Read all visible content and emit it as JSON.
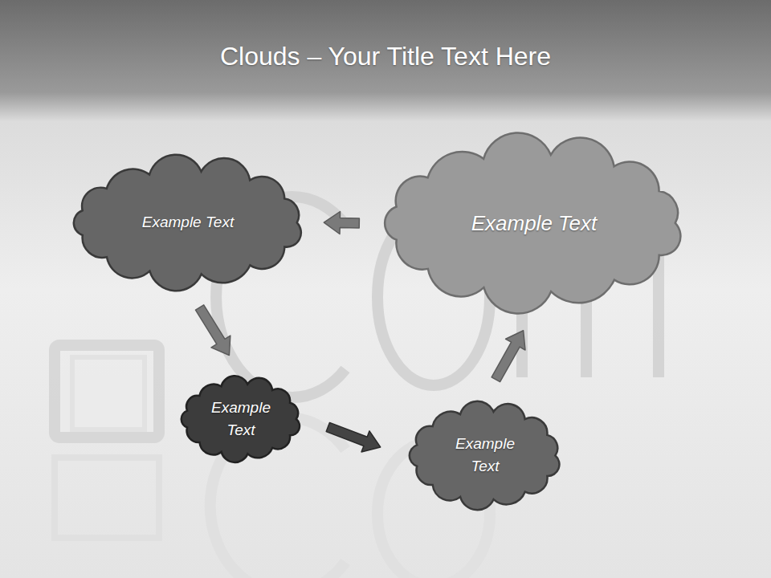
{
  "diagram": {
    "title": "Clouds – Your Title Text Here",
    "nodes": [
      {
        "text": [
          "Example Text"
        ]
      },
      {
        "text": [
          "Example Text"
        ]
      },
      {
        "text": [
          "Example Text"
        ]
      },
      {
        "text": [
          "Example Text"
        ]
      }
    ],
    "edges": [
      {
        "from": 1,
        "to": 0,
        "arrow": "to"
      },
      {
        "from": 0,
        "to": 2,
        "arrow": "to"
      },
      {
        "from": 2,
        "to": 3,
        "arrow": "to"
      },
      {
        "from": 3,
        "to": 1,
        "arrow": "to"
      }
    ]
  }
}
